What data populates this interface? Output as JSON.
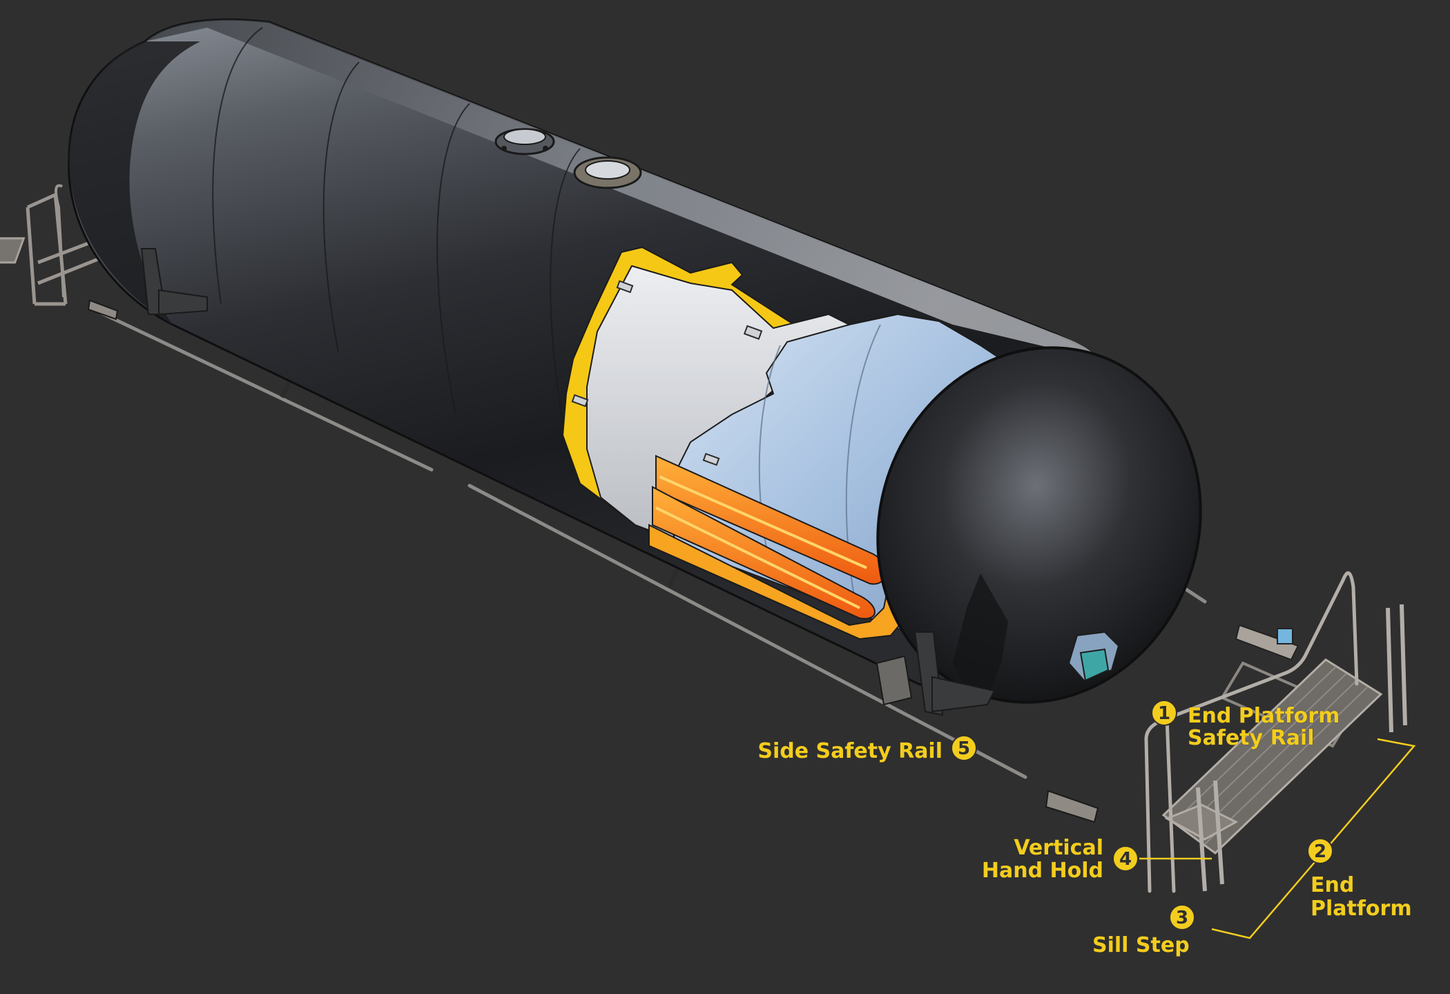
{
  "colors": {
    "background": "#2f2f2f",
    "label": "#f3cd1e",
    "tank_shell": "#3b3d42",
    "jacket": "#f5c815",
    "insulation": "#d6d8dc",
    "inner_tank": "#a9c3e2",
    "heating_coils": "#f28a1a"
  },
  "callouts": {
    "end_platform_safety_rail": {
      "number": "1",
      "line1": "End Platform",
      "line2": "Safety Rail"
    },
    "end_platform": {
      "number": "2",
      "line1": "End",
      "line2": "Platform"
    },
    "sill_step": {
      "number": "3",
      "line1": "Sill Step"
    },
    "vertical_hand_hold": {
      "number": "4",
      "line1": "Vertical",
      "line2": "Hand Hold"
    },
    "side_safety_rail": {
      "number": "5",
      "line1": "Side Safety Rail"
    }
  }
}
